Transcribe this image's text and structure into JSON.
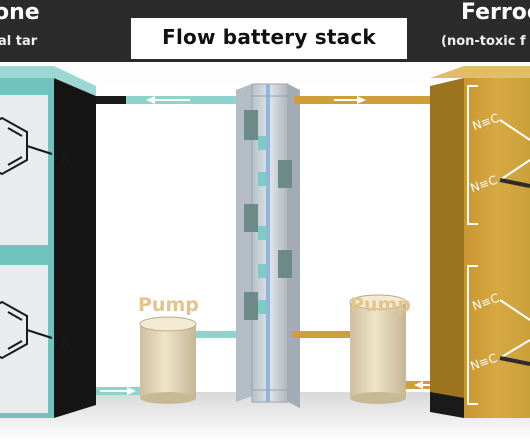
{
  "title": "Flow battery stack",
  "left_header": {
    "line1": "one",
    "line2": "al tar"
  },
  "right_header": {
    "line1": "Ferroc",
    "line2": "(non-toxic f"
  },
  "pumps": {
    "left_label": "Pump",
    "right_label": "Pump"
  },
  "molecule_labels": {
    "substituent_top": "R",
    "substituent_bottom": "R",
    "cyanide": "N≡C"
  },
  "colors": {
    "teal": "#7ecbc6",
    "gold": "#d4a43d",
    "pump_body": "#e9dcc0",
    "dark": "#1e1e1e"
  }
}
